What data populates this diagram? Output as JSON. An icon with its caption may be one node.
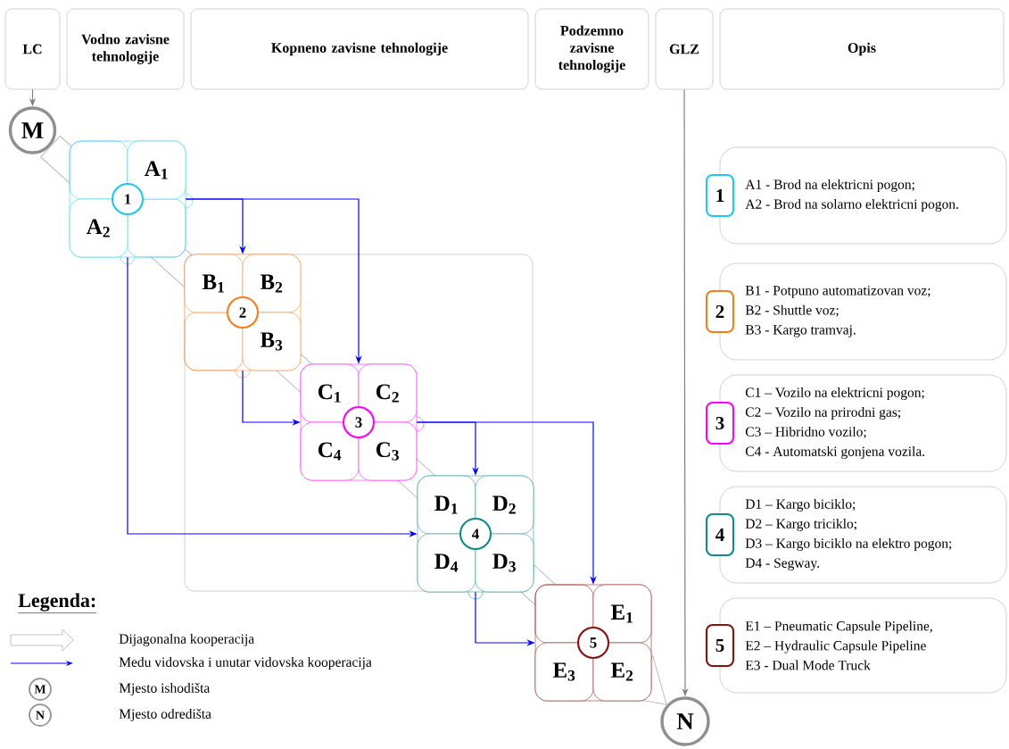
{
  "diagram": {
    "nodes": [
      {
        "text": [
          "LC"
        ]
      },
      {
        "text": [
          "Vodno zavisne tehnologije"
        ]
      },
      {
        "text": [
          "Kopneno zavisne tehnologije"
        ]
      },
      {
        "text": [
          "Podzemno zavisne tehnologije"
        ]
      },
      {
        "text": [
          "GLZ"
        ]
      },
      {
        "text": [
          "Opis"
        ]
      },
      {
        "text": [
          "M"
        ]
      },
      {
        "text": [],
        "shape": "box"
      },
      {
        "text": [
          "1"
        ],
        "in": 7
      },
      {
        "text": [
          "A$_{1}$"
        ],
        "in": 7
      },
      {
        "text": [
          "A$_{2}$"
        ],
        "in": 7
      },
      {
        "text": [],
        "shape": "box"
      },
      {
        "text": [
          "2"
        ],
        "in": 11
      },
      {
        "text": [
          "B$_{1}$"
        ],
        "in": 11
      },
      {
        "text": [
          "B$_{2}$"
        ],
        "in": 11
      },
      {
        "text": [
          "B$_{3}$"
        ],
        "in": 11
      },
      {
        "text": [],
        "shape": "box"
      },
      {
        "text": [
          "3"
        ],
        "in": 16
      },
      {
        "text": [
          "C$_{1}$"
        ],
        "in": 16
      },
      {
        "text": [
          "C$_{2}$"
        ],
        "in": 16
      },
      {
        "text": [
          "C$_{4}$"
        ],
        "in": 16
      },
      {
        "text": [
          "C$_{3}$"
        ],
        "in": 16
      },
      {
        "text": [],
        "shape": "box"
      },
      {
        "text": [
          "4"
        ],
        "in": 22
      },
      {
        "text": [
          "D$_{1}$"
        ],
        "in": 22
      },
      {
        "text": [
          "D$_{2}$"
        ],
        "in": 22
      },
      {
        "text": [
          "D$_{4}$"
        ],
        "in": 22
      },
      {
        "text": [
          "D$_{3}$"
        ],
        "in": 22
      },
      {
        "text": [],
        "shape": "box"
      },
      {
        "text": [
          "5"
        ],
        "in": 28
      },
      {
        "text": [
          "E$_{1}$"
        ],
        "in": 28
      },
      {
        "text": [
          "E$_{3}$"
        ],
        "in": 28
      },
      {
        "text": [
          "E$_{2}$"
        ],
        "in": 28
      },
      {
        "text": [
          "1"
        ]
      },
      {
        "text": [
          "A1 - Brod na elektricni pogon;",
          "A2 - Brod na solarno elektricni pogon."
        ]
      },
      {
        "text": [
          "2"
        ]
      },
      {
        "text": [
          "B1 - Potpuno automatizovan voz;",
          "B2 - Shuttle voz;",
          "B3 - Kargo tramvaj."
        ]
      },
      {
        "text": [
          "3"
        ]
      },
      {
        "text": [
          "C1 – Vozilo na elektricni pogon;",
          "C2 – Vozilo na prirodni gas;",
          "C3 – Hibridno vozilo;",
          "C4 -  Automatski gonjena vozila."
        ]
      },
      {
        "text": [
          "4"
        ]
      },
      {
        "text": [
          "D1 –  Kargo biciklo;",
          "D2 –  Kargo triciklo;",
          "D3 –  Kargo biciklo na elektro pogon;",
          "D4 -   Segway."
        ]
      },
      {
        "text": [
          "5"
        ]
      },
      {
        "text": [
          "E1 – Pneumatic Capsule Pipeline,",
          "E2 – Hydraulic Capsule Pipeline",
          "E3 -  Dual Mode Truck"
        ]
      },
      {
        "text": [
          "N"
        ]
      }
    ],
    "edges": [
      {
        "from": 0,
        "to": 6,
        "arrow": "to",
        "color": "#808080"
      },
      {
        "from": 6,
        "to": 43,
        "arrow": "to",
        "style": "thick",
        "color": "#c0c0c0"
      },
      {
        "from": 7,
        "to": 11,
        "arrow": "to"
      },
      {
        "from": 7,
        "to": 16,
        "arrow": "to"
      },
      {
        "from": 7,
        "to": 22,
        "arrow": "to"
      },
      {
        "from": 11,
        "to": 16,
        "arrow": "to"
      },
      {
        "from": 16,
        "to": 22,
        "arrow": "to"
      },
      {
        "from": 16,
        "to": 28,
        "arrow": "to"
      },
      {
        "from": 22,
        "to": 28,
        "arrow": "to"
      },
      {
        "from": 4,
        "to": 43,
        "arrow": "to",
        "color": "#808080"
      }
    ],
    "labels": [
      "Legenda:",
      "M",
      "N"
    ],
    "legend": [
      {
        "text": "Dijagonalna kooperacija"
      },
      {
        "text": "Medu vidovska i unutar vidovska kooperacija"
      },
      {
        "text": "Mjesto ishodišta"
      },
      {
        "text": "Mjesto odredišta"
      }
    ]
  }
}
